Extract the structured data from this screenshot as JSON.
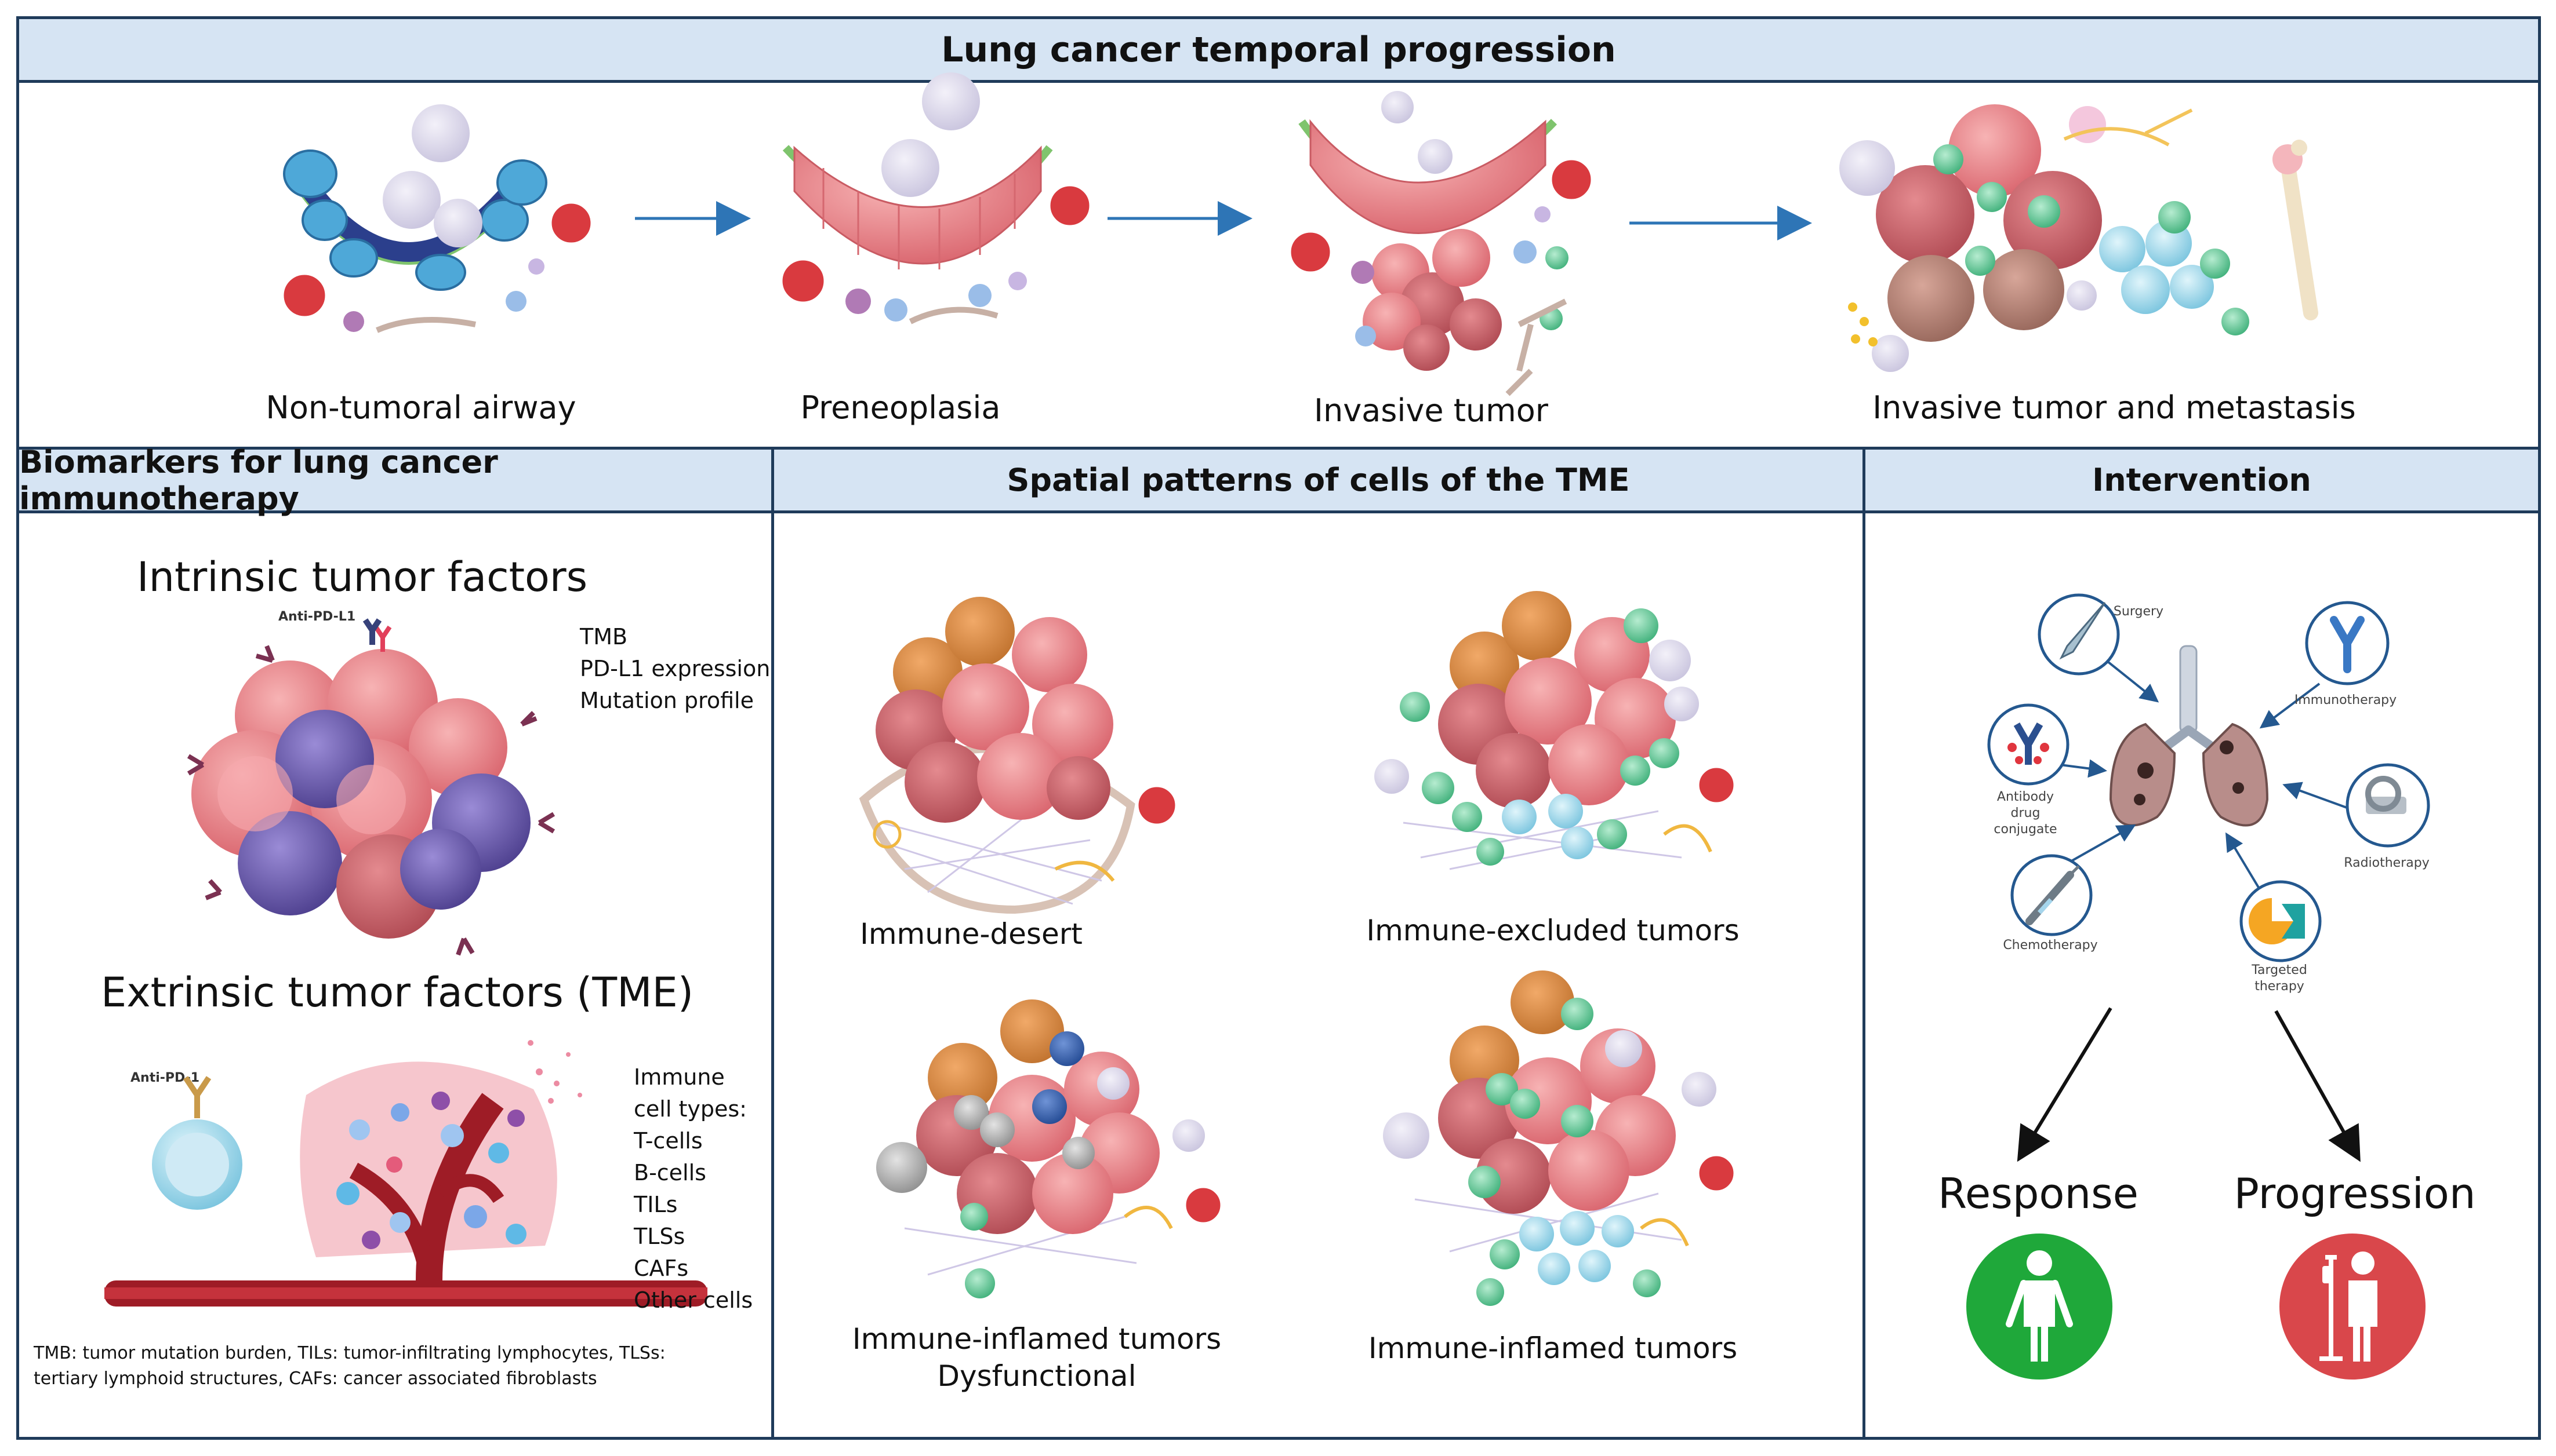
{
  "headers": {
    "top": "Lung cancer temporal progression",
    "biomarkers": "Biomarkers for lung cancer immunotherapy",
    "spatial": "Spatial patterns of cells of the TME",
    "intervention": "Intervention"
  },
  "stages": [
    {
      "label": "Non-tumoral airway"
    },
    {
      "label": "Preneoplasia"
    },
    {
      "label": "Invasive tumor"
    },
    {
      "label": "Invasive tumor and metastasis"
    }
  ],
  "biomarkers": {
    "intrinsic_title": "Intrinsic tumor factors",
    "anti_pdl1": "Anti-PD-L1",
    "intrinsic_list": [
      "TMB",
      "PD-L1 expression",
      "Mutation profile"
    ],
    "extrinsic_title": "Extrinsic tumor factors (TME)",
    "anti_pd1": "Anti-PD-1",
    "extrinsic_list": [
      "Immune",
      "cell types:",
      "T-cells",
      "B-cells",
      "TILs",
      "TLSs",
      "CAFs",
      "Other cells"
    ],
    "footnote_1": "TMB: tumor mutation burden, TILs: tumor-infiltrating lymphocytes, TLSs:",
    "footnote_2": "tertiary lymphoid structures, CAFs: cancer associated fibroblasts"
  },
  "spatial": {
    "desert": "Immune-desert",
    "excluded": "Immune-excluded tumors",
    "inflamed_dys_1": "Immune-inflamed tumors",
    "inflamed_dys_2": "Dysfunctional",
    "inflamed": "Immune-inflamed tumors"
  },
  "intervention": {
    "surgery": "Surgery",
    "immunotherapy": "Immunotherapy",
    "adc_1": "Antibody",
    "adc_2": "drug",
    "adc_3": "conjugate",
    "radiotherapy": "Radiotherapy",
    "chemotherapy": "Chemotherapy",
    "targeted_1": "Targeted",
    "targeted_2": "therapy",
    "response": "Response",
    "progression": "Progression"
  },
  "colors": {
    "border": "#1f3b5a",
    "header_bg": "#d6e4f3",
    "arrow": "#2e75b6",
    "tumor": "#e9858a",
    "tumor_dark": "#c95b63",
    "tumor_orange": "#d5823c",
    "t_cell_green": "#55c08a",
    "b_cell_blue": "#8fd0e6",
    "purple": "#6b5aa8",
    "response_green": "#1fa83a",
    "progression_red": "#d9474b"
  }
}
